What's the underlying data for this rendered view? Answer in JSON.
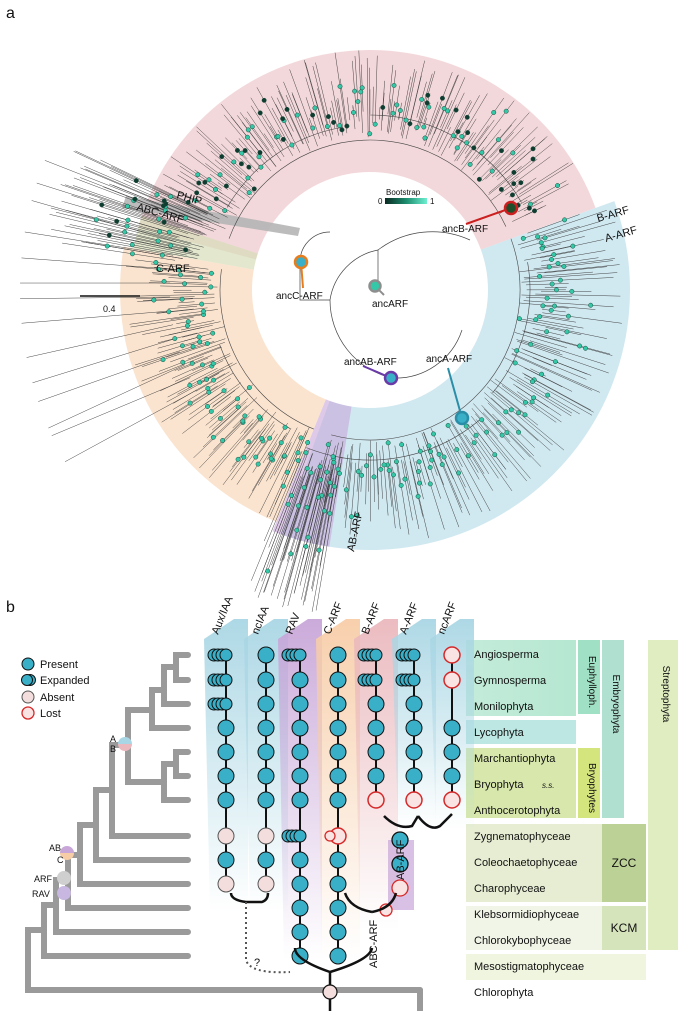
{
  "panel_a": {
    "letter": "a",
    "scale_bar": "0.4",
    "bootstrap": {
      "title": "Bootstrap",
      "min": "0",
      "max": "1"
    },
    "clades": {
      "phip": "PHIP",
      "abc_arf": "ABC-ARF",
      "c_arf": "C-ARF",
      "b_arf": "B-ARF",
      "a_arf": "A-ARF",
      "ab_arf": "AB-ARF"
    },
    "ancestors": {
      "ancB": "ancB-ARF",
      "ancC": "ancC-ARF",
      "ancARF": "ancARF",
      "ancAB": "ancAB-ARF",
      "ancA": "ancA-ARF"
    },
    "colors": {
      "b_clade": "#eab8bd",
      "a_clade": "#a9d6e4",
      "c_clade": "#f7cda8",
      "ab_clade": "#c8a6d8",
      "phip_clade": "#d6ddb8",
      "abc_clade": "#b0b0b0",
      "node": "#34c8a8",
      "ancB_ring": "#cc1f1f",
      "ancC_ring": "#e87d1e",
      "ancARF_ring": "#8e8e8e",
      "ancAB_ring": "#6a3aa8",
      "ancA_ring": "#2a8ea8"
    }
  },
  "panel_b": {
    "letter": "b",
    "legend": [
      {
        "label": "Present",
        "icon": "present-circle"
      },
      {
        "label": "Expanded",
        "icon": "expanded-circles"
      },
      {
        "label": "Absent",
        "icon": "absent-circle"
      },
      {
        "label": "Lost",
        "icon": "lost-circle"
      }
    ],
    "columns": [
      "Aux/IAA",
      "ncIAA",
      "RAV",
      "C-ARF",
      "B-ARF",
      "A-ARF",
      "ncARF"
    ],
    "taxa": [
      "Angiosperma",
      "Gymnosperma",
      "Monilophyta",
      "Lycophyta",
      "Marchantiophyta",
      "Bryophyta",
      "Anthocerotophyta",
      "Zygnematophyceae",
      "Coleochaetophyceae",
      "Charophyceae",
      "Klebsormidiophyceae",
      "Chlorokybophyceae",
      "Mesostigmatophyceae",
      "Chlorophyta"
    ],
    "bryophyta_suffix": "s.s.",
    "groups": {
      "euphylloph": "Euphylloph.",
      "embryophyta": "Embryophyta",
      "streptophyta": "Streptophyta",
      "bryophytes": "Bryophytes",
      "zcc": "ZCC",
      "kcm": "KCM"
    },
    "tree_markers": {
      "a": "A",
      "b": "B",
      "ab": "AB",
      "c": "C",
      "arf": "ARF",
      "rav": "RAV"
    },
    "merge_labels": {
      "ab_arf": "AB-ARF",
      "abc_arf": "ABC-ARF",
      "unknown": "?"
    },
    "colors": {
      "present": "#3ab0c8",
      "absent": "#f3dedd",
      "lost_ring": "#d62828",
      "tree": "#9a9a9a"
    }
  }
}
